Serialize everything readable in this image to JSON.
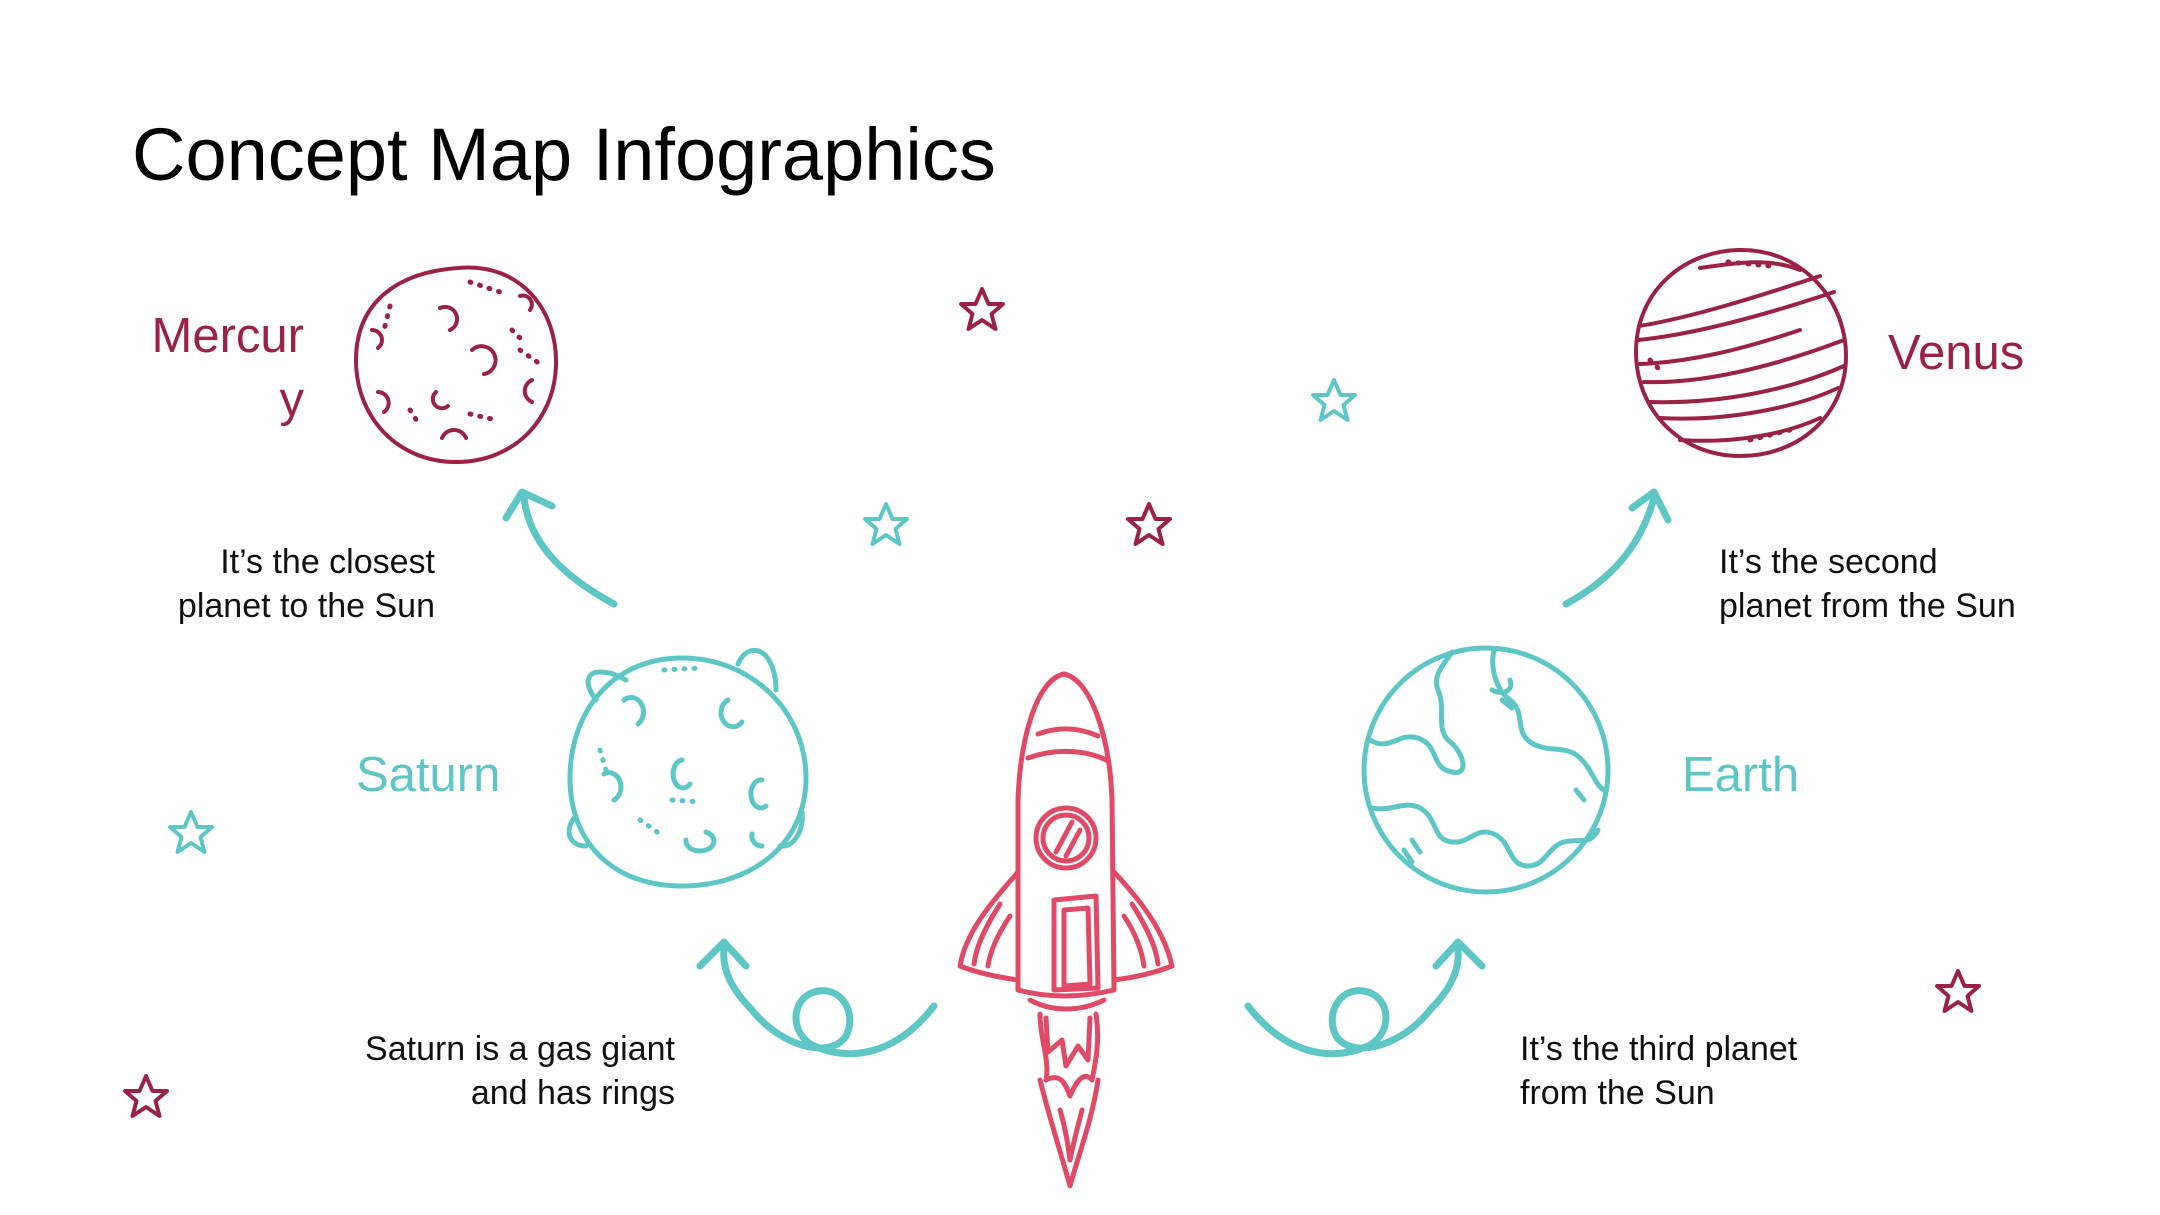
{
  "title": "Concept Map Infographics",
  "colors": {
    "magenta": "#9b2247",
    "teal": "#5ec6c4",
    "rocket": "#e04a66"
  },
  "nodes": {
    "mercury": {
      "name_line1": "Mercur",
      "name_line2": "y",
      "desc_line1": "It’s the closest",
      "desc_line2": "planet to the Sun",
      "icon": "mercury-doodle"
    },
    "venus": {
      "name": "Venus",
      "desc_line1": "It’s the second",
      "desc_line2": "planet from the Sun",
      "icon": "venus-doodle"
    },
    "saturn": {
      "name": "Saturn",
      "desc_line1": "Saturn is a gas giant",
      "desc_line2": "and has rings",
      "icon": "saturn-doodle"
    },
    "earth": {
      "name": "Earth",
      "desc_line1": "It’s the third planet",
      "desc_line2": "from the Sun",
      "icon": "earth-doodle"
    }
  },
  "center": {
    "icon": "rocket-doodle"
  }
}
